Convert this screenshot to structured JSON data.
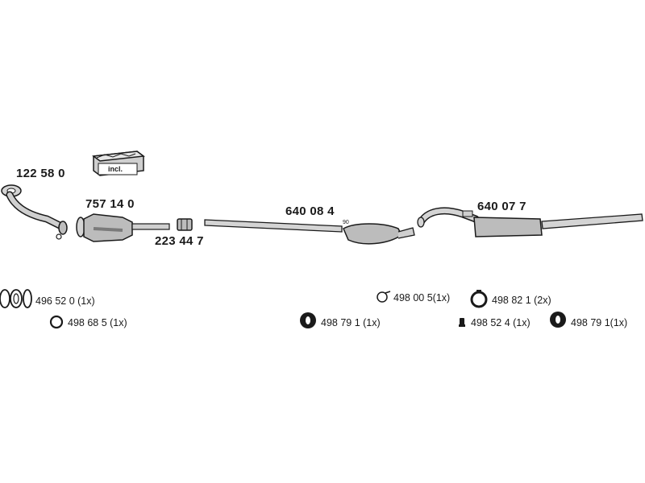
{
  "colors": {
    "line": "#1a1a1a",
    "part_fill": "#b9b9b9",
    "shadow": "#7a7a7a",
    "background": "#ffffff"
  },
  "parts": [
    {
      "number": "122 58 0",
      "icon": "front-pipe-icon"
    },
    {
      "number": "757 14 0",
      "icon": "catalytic-converter-icon"
    },
    {
      "number": "223 44 7",
      "icon": "clamp-icon"
    },
    {
      "number": "640 08 4",
      "icon": "middle-silencer-icon"
    },
    {
      "number": "640 07 7",
      "icon": "rear-silencer-icon"
    }
  ],
  "kit": {
    "label": "incl.",
    "icon": "mounting-kit-box-icon"
  },
  "accessories": [
    {
      "text": "496 52 0  (1x)",
      "icon": "gasket-set-icon"
    },
    {
      "text": "498 68 5  (1x)",
      "icon": "ring-icon"
    },
    {
      "text": "498 79 1  (1x)",
      "icon": "rubber-mount-icon"
    },
    {
      "text": "498 00 5(1x)",
      "icon": "ring-clip-icon"
    },
    {
      "text": "498 82 1  (2x)",
      "icon": "rubber-ring-icon"
    },
    {
      "text": "498 52 4  (1x)",
      "icon": "bolt-icon"
    },
    {
      "text": "498 79 1(1x)",
      "icon": "rubber-mount-icon"
    }
  ]
}
